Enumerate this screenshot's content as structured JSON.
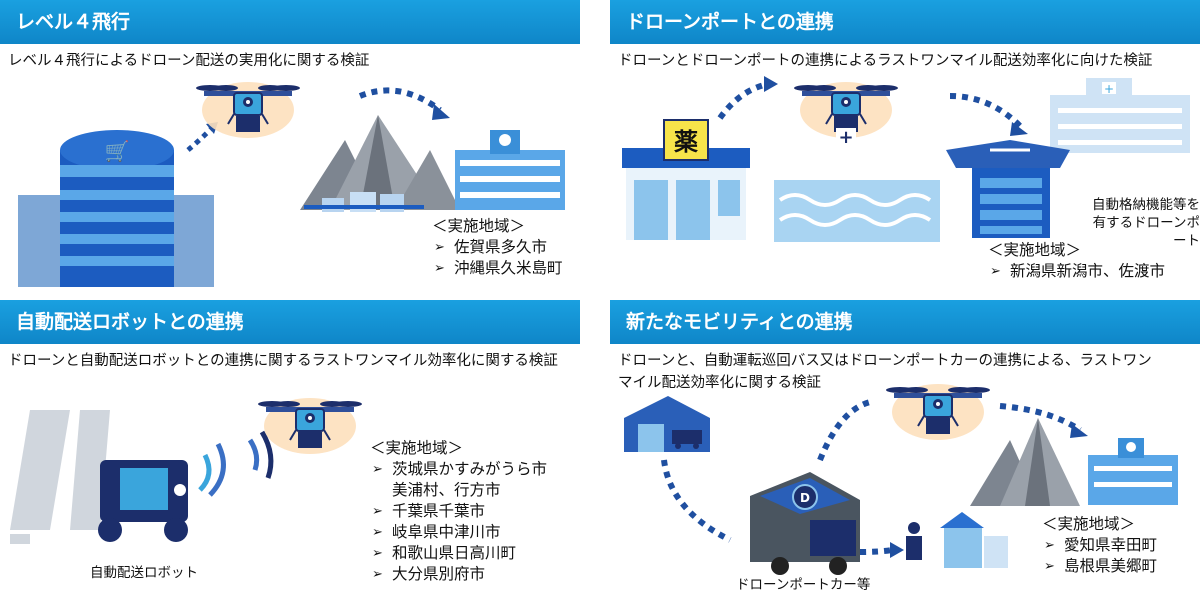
{
  "panels": {
    "p1": {
      "title": "レベル４飛行",
      "desc": "レベル４飛行によるドローン配送の実用化に関する検証",
      "region_title": "＜実施地域＞",
      "regions": [
        "佐賀県多久市",
        "沖縄県久米島町"
      ]
    },
    "p2": {
      "title": "ドローンポートとの連携",
      "desc": "ドローンとドローンポートの連携によるラストワンマイル配送効率化に向けた検証",
      "pharmacy_sign": "薬",
      "port_caption_1": "自動格納機能等を",
      "port_caption_2": "有するドローンポート",
      "region_title": "＜実施地域＞",
      "regions": [
        "新潟県新潟市、佐渡市"
      ]
    },
    "p3": {
      "title": "自動配送ロボットとの連携",
      "desc": "ドローンと自動配送ロボットとの連携に関するラストワンマイル効率化に関する検証",
      "robot_caption": "自動配送ロボット",
      "region_title": "＜実施地域＞",
      "regions": [
        "茨城県かすみがうら市",
        "千葉県千葉市",
        "岐阜県中津川市",
        "和歌山県日高川町",
        "大分県別府市"
      ],
      "region_cont": "美浦村、行方市"
    },
    "p4": {
      "title": "新たなモビリティとの連携",
      "desc_1": "ドローンと、自動運転巡回バス又はドローンポートカーの連携による、ラストワン",
      "desc_2": "マイル配送効率化に関する検証",
      "car_caption": "ドローンポートカー等",
      "car_badge": "D",
      "region_title": "＜実施地域＞",
      "regions": [
        "愛知県幸田町",
        "島根県美郷町"
      ]
    }
  },
  "colors": {
    "header": "#1296d6",
    "drone": "#3aa5dc",
    "navy": "#1c2e6b",
    "dots": "#1f4fa0",
    "glow": "#f7b26a"
  }
}
